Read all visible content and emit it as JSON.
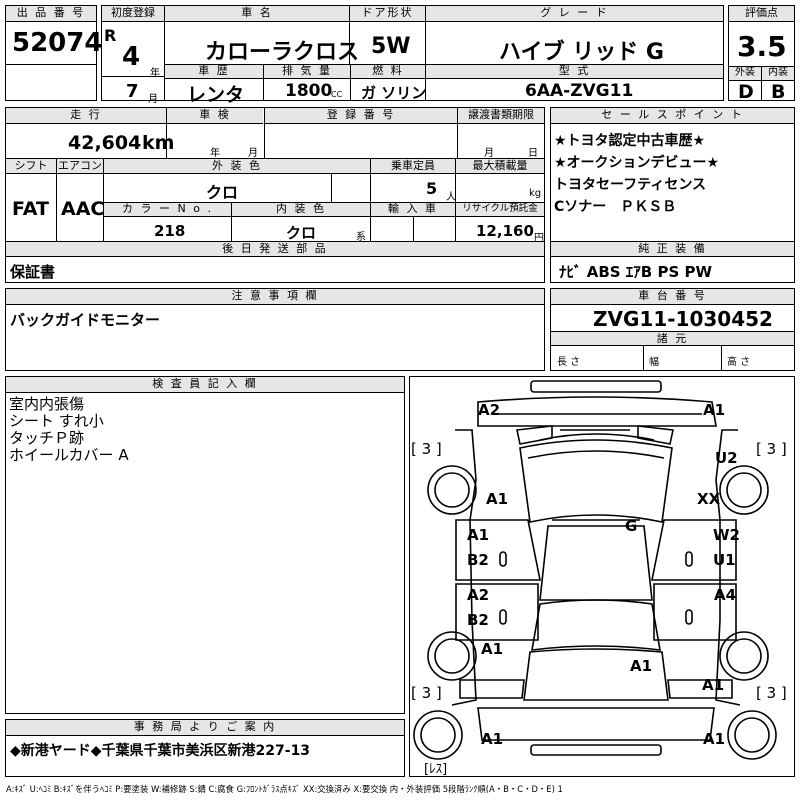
{
  "header": {
    "lot_label": "出 品 番 号",
    "lot_number": "52074",
    "first_reg_label": "初度登録",
    "era": "R",
    "year": "4",
    "year_unit": "年",
    "month": "7",
    "month_unit": "月",
    "name_label": "車 名",
    "car_name": "カローラクロス",
    "door_label": "ドア形状",
    "door": "5W",
    "grade_label": "グ レ ー ド",
    "grade": "ハイブ リッド  G",
    "score_label": "評価点",
    "score": "3.5",
    "history_label": "車 歴",
    "history": "レンタ",
    "disp_label": "排 気 量",
    "displacement": "1800",
    "disp_unit": "CC",
    "fuel_label": "燃 料",
    "fuel": "ガ ソリン",
    "model_label": "型 式",
    "model": "6AA-ZVG11",
    "ext_label": "外装",
    "ext": "D",
    "int_label": "内装",
    "int": "B"
  },
  "row2": {
    "mileage_label": "走 行",
    "mileage": "42,604",
    "mileage_unit": "km",
    "shaken_label": "車 検",
    "shaken_year": "年",
    "shaken_month": "月",
    "regno_label": "登 録 番 号",
    "transfer_label": "譲渡書類期限",
    "transfer_month": "月",
    "transfer_day": "日",
    "shift_label": "シフト",
    "shift": "FAT",
    "ac_label": "エアコン",
    "ac": "AAC",
    "color_label": "外 装 色",
    "color": "クロ",
    "capacity_label": "乗車定員",
    "capacity": "5",
    "capacity_unit": "人",
    "load_label": "最大積載量",
    "load_unit": "kg",
    "colorno_label": "カ ラ ー N o .",
    "colorno": "218",
    "intcolor_label": "内 装 色",
    "intcolor": "クロ",
    "intcolor_unit": "系",
    "import_label": "輸 入 車",
    "recycle_label": "リサイクル預託金",
    "recycle": "12,160",
    "recycle_unit": "円"
  },
  "sales_points": {
    "label": "セ ー ル ス ポ イ ン ト",
    "items": [
      "★トヨタ認定中古車歴★",
      "★オークションデビュー★",
      "トヨタセーフティセンス",
      "Cソナー　ＰＫＳＢ"
    ]
  },
  "later_parts": {
    "label": "後 日 発 送 部 品",
    "value": "保証書"
  },
  "equipment": {
    "label": "純 正 装 備",
    "value": "ﾅﾋﾞ  ABS  ｴｱB  PS  PW"
  },
  "notes": {
    "label": "注 意 事 項 欄",
    "value": "バックガイドモニター"
  },
  "chassis": {
    "label": "車 台 番 号",
    "value": "ZVG11-1030452",
    "dims_label": "諸 元",
    "length_label": "長 さ",
    "width_label": "幅",
    "height_label": "高 さ"
  },
  "inspector": {
    "label": "検 査 員 記 入 欄",
    "items": [
      "室内内張傷",
      "シート すれ小",
      "タッチＰ跡",
      "ホイールカバー A"
    ]
  },
  "office": {
    "label": "事 務 局 よ り ご 案 内",
    "value": "◆新港ヤード◆千葉県千葉市美浜区新港227-13"
  },
  "diagram": {
    "marks": {
      "hood_front": "A2",
      "bumper_front_right": "A1",
      "bracket_fl": "[ 3 ]",
      "bracket_fr": "[ 3 ]",
      "fender_l": "A1",
      "fender_r": "U2",
      "roof_r": "XX",
      "roof": "G",
      "door_fl_1": "A1",
      "door_fl_2": "B2",
      "door_fr_1": "W2",
      "door_fr_2": "U1",
      "door_rl_1": "A2",
      "door_rl_2": "B2",
      "door_rr": "A4",
      "quarter_l": "A1",
      "back": "A1",
      "quarter_r": "A1",
      "bracket_rl": "[ 3 ]",
      "bracket_rr": "[ 3 ]",
      "bumper_rl": "A1",
      "bumper_rr": "A1",
      "less": "[ﾚｽ]"
    }
  },
  "legend": "A:ｷｽﾞ  U:ﾍｺﾐ  B:ｷｽﾞを伴うﾍｺﾐ  P:要塗装  W:補修跡  S:錆  C:腐食  G:ﾌﾛﾝﾄｶﾞﾗｽ点ｷｽﾞ  XX:交換済み  X:要交換  内・外装評価  5段階ﾗﾝｸ順(A・B・C・D・E)  1"
}
